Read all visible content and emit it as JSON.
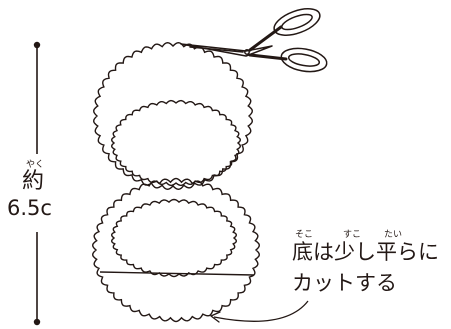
{
  "dimension": {
    "ruby": "やく",
    "word": "約",
    "value": "6.5c"
  },
  "note": {
    "line1_parts": [
      "底",
      "は",
      "少",
      "し",
      "平",
      "らに"
    ],
    "line1_ruby": [
      "そこ",
      "すこ",
      "たい"
    ],
    "line2": "カットする"
  },
  "icons": {
    "scissors": "scissors-icon"
  },
  "colors": {
    "ink": "#231815",
    "background": "#ffffff"
  }
}
